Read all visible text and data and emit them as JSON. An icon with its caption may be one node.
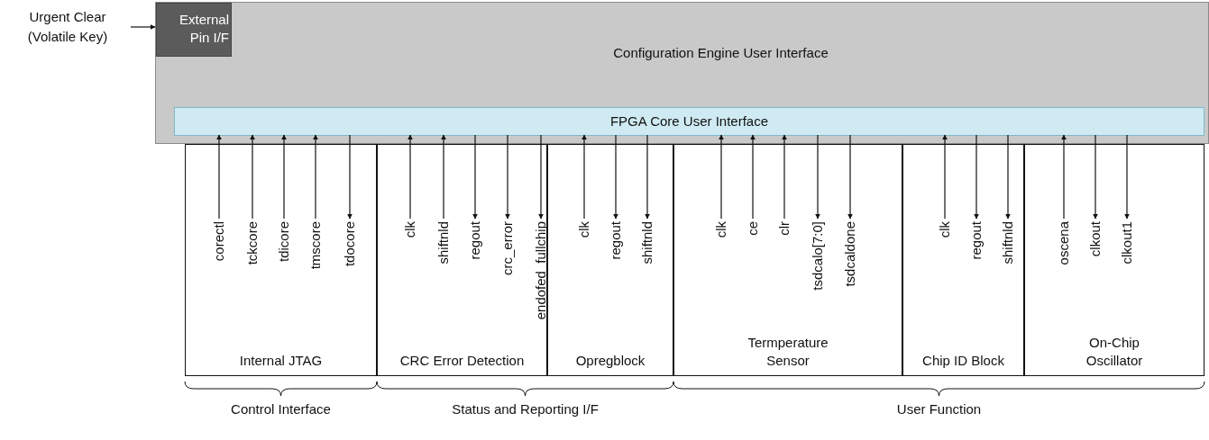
{
  "diagram": {
    "nodes": [
      {
        "text": [
          "Urgent Clear (Volatile Key)"
        ]
      },
      {
        "text": [
          "Configuration Engine User Interface"
        ]
      },
      {
        "text": [
          "External Pin I/F"
        ],
        "in": 1
      },
      {
        "text": [
          "FPGA Core User Interface"
        ],
        "in": 1
      },
      {
        "text": [
          "Internal JTAG"
        ]
      },
      {
        "text": [
          "CRC Error Detection"
        ]
      },
      {
        "text": [
          "Opregblock"
        ]
      },
      {
        "text": [
          "Termperature Sensor"
        ]
      },
      {
        "text": [
          "Chip ID Block"
        ]
      },
      {
        "text": [
          "On-Chip Oscillator"
        ]
      }
    ],
    "edges": [
      {
        "from": 0,
        "to": 2,
        "arrow": "to"
      },
      {
        "from": 4,
        "to": 3,
        "arrow": "to",
        "label": "corectl"
      },
      {
        "from": 4,
        "to": 3,
        "arrow": "to",
        "label": "tckcore"
      },
      {
        "from": 4,
        "to": 3,
        "arrow": "to",
        "label": "tdicore"
      },
      {
        "from": 4,
        "to": 3,
        "arrow": "to",
        "label": "tmscore"
      },
      {
        "from": 3,
        "to": 4,
        "arrow": "to",
        "label": "tdocore"
      },
      {
        "from": 5,
        "to": 3,
        "arrow": "to",
        "label": "clk"
      },
      {
        "from": 5,
        "to": 3,
        "arrow": "to",
        "label": "shiftnld"
      },
      {
        "from": 3,
        "to": 5,
        "arrow": "to",
        "label": "regout"
      },
      {
        "from": 3,
        "to": 5,
        "arrow": "to",
        "label": "crc_error"
      },
      {
        "from": 3,
        "to": 5,
        "arrow": "to",
        "label": "endofed_fullchip"
      },
      {
        "from": 6,
        "to": 3,
        "arrow": "to",
        "label": "clk"
      },
      {
        "from": 3,
        "to": 6,
        "arrow": "to",
        "label": "regout"
      },
      {
        "from": 3,
        "to": 6,
        "arrow": "to",
        "label": "shiftnld"
      },
      {
        "from": 7,
        "to": 3,
        "arrow": "to",
        "label": "clk"
      },
      {
        "from": 7,
        "to": 3,
        "arrow": "to",
        "label": "ce"
      },
      {
        "from": 7,
        "to": 3,
        "arrow": "to",
        "label": "clr"
      },
      {
        "from": 3,
        "to": 7,
        "arrow": "to",
        "label": "tsdcalo[7:0]"
      },
      {
        "from": 3,
        "to": 7,
        "arrow": "to",
        "label": "tsdcaldone"
      },
      {
        "from": 8,
        "to": 3,
        "arrow": "to",
        "label": "clk"
      },
      {
        "from": 3,
        "to": 8,
        "arrow": "to",
        "label": "regout"
      },
      {
        "from": 3,
        "to": 8,
        "arrow": "to",
        "label": "shiftnld"
      },
      {
        "from": 9,
        "to": 3,
        "arrow": "to",
        "label": "oscena"
      },
      {
        "from": 3,
        "to": 9,
        "arrow": "to",
        "label": "clkout"
      },
      {
        "from": 3,
        "to": 9,
        "arrow": "to",
        "label": "clkout1"
      }
    ],
    "labels": [
      "Control Interface",
      "Status and Reporting I/F",
      "User Function"
    ]
  }
}
